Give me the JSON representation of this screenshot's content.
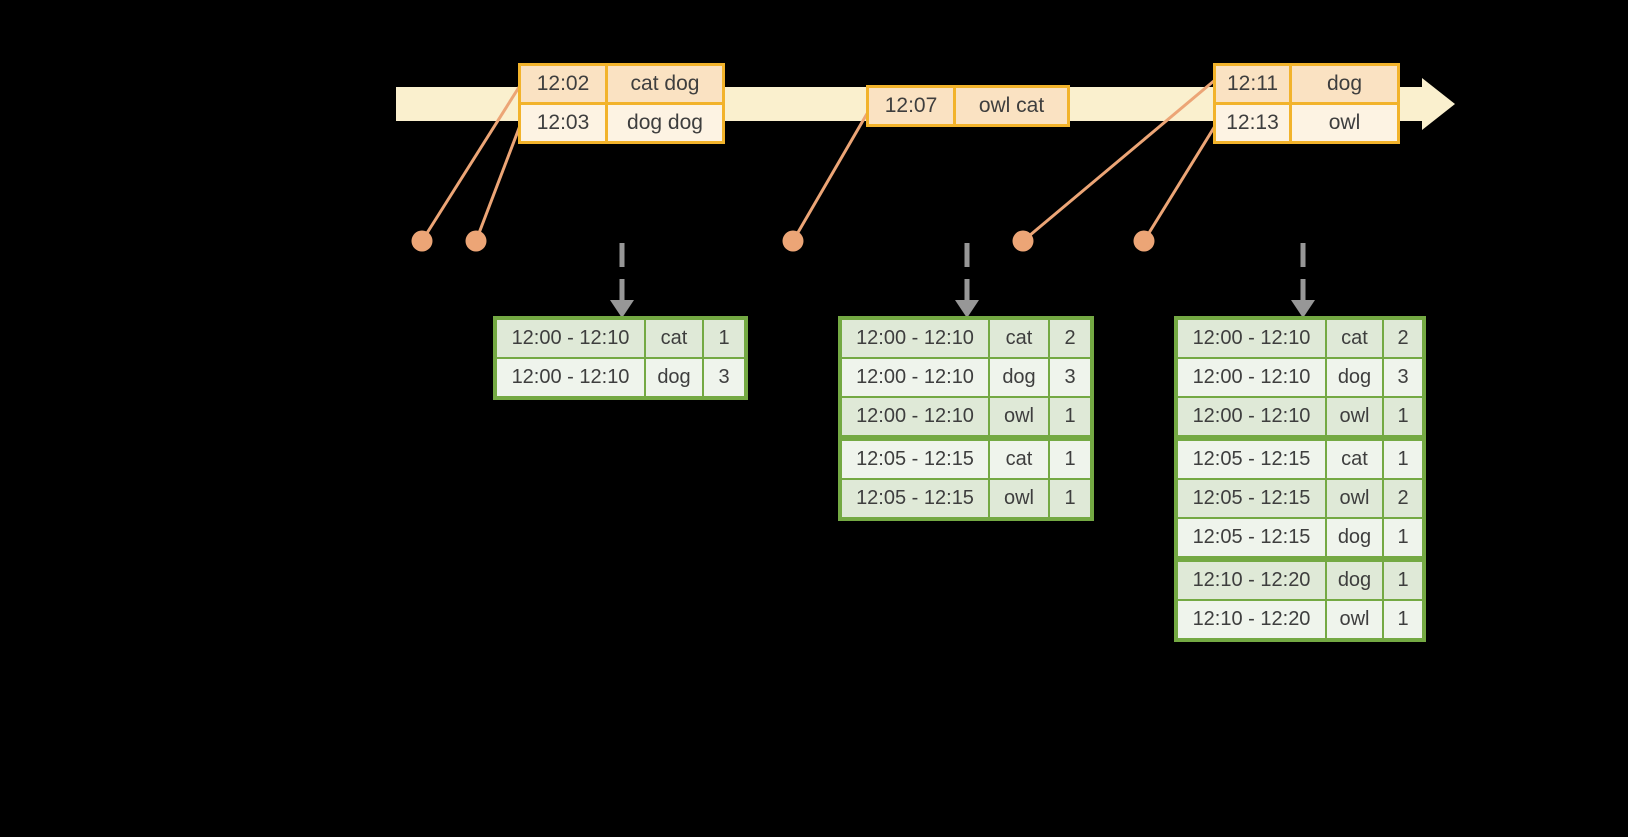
{
  "event_tables": [
    {
      "rows": [
        {
          "time": "12:02",
          "words": "cat dog"
        },
        {
          "time": "12:03",
          "words": "dog dog"
        }
      ]
    },
    {
      "rows": [
        {
          "time": "12:07",
          "words": "owl cat"
        }
      ]
    },
    {
      "rows": [
        {
          "time": "12:11",
          "words": "dog"
        },
        {
          "time": "12:13",
          "words": "owl"
        }
      ]
    }
  ],
  "result_tables": [
    {
      "rows": [
        {
          "window": "12:00 - 12:10",
          "word": "cat",
          "count": "1"
        },
        {
          "window": "12:00 - 12:10",
          "word": "dog",
          "count": "3"
        }
      ]
    },
    {
      "rows": [
        {
          "window": "12:00 - 12:10",
          "word": "cat",
          "count": "2"
        },
        {
          "window": "12:00 - 12:10",
          "word": "dog",
          "count": "3"
        },
        {
          "window": "12:00 - 12:10",
          "word": "owl",
          "count": "1"
        },
        {
          "window": "12:05 - 12:15",
          "word": "cat",
          "count": "1"
        },
        {
          "window": "12:05 - 12:15",
          "word": "owl",
          "count": "1"
        }
      ]
    },
    {
      "rows": [
        {
          "window": "12:00 - 12:10",
          "word": "cat",
          "count": "2"
        },
        {
          "window": "12:00 - 12:10",
          "word": "dog",
          "count": "3"
        },
        {
          "window": "12:00 - 12:10",
          "word": "owl",
          "count": "1"
        },
        {
          "window": "12:05 - 12:15",
          "word": "cat",
          "count": "1"
        },
        {
          "window": "12:05 - 12:15",
          "word": "owl",
          "count": "2"
        },
        {
          "window": "12:05 - 12:15",
          "word": "dog",
          "count": "1"
        },
        {
          "window": "12:10 - 12:20",
          "word": "dog",
          "count": "1"
        },
        {
          "window": "12:10 - 12:20",
          "word": "owl",
          "count": "1"
        }
      ]
    }
  ],
  "colors": {
    "background": "#000000",
    "timeline_bar": "#FAF0CE",
    "event_table_border": "#F2B32B",
    "event_row_fills": [
      "#FAE2C2",
      "#FDF3E3"
    ],
    "connector_and_dots": "#ECA576",
    "trigger_arrow": "#979797",
    "result_table_border": "#74A943",
    "result_row_fills": [
      "#DFE9D7",
      "#EFF4EC"
    ],
    "text": "#3E3E3E"
  }
}
